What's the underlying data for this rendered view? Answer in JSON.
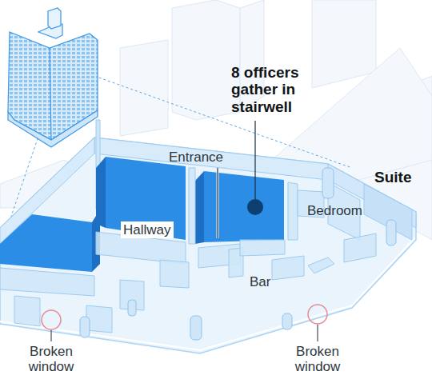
{
  "diagram": {
    "labels": [
      "8 officers gather in stairwell",
      "Suite",
      "Entrance",
      "Bedroom",
      "Hallway",
      "Bar",
      "Broken window",
      "Broken window"
    ]
  }
}
